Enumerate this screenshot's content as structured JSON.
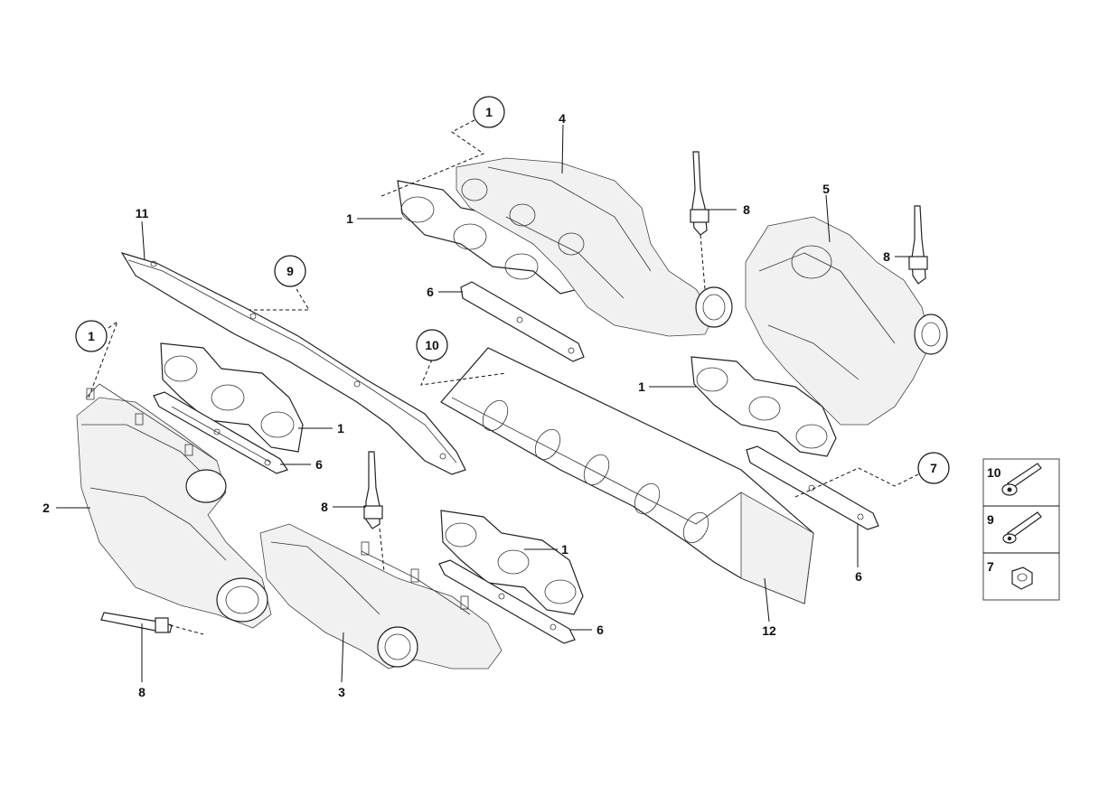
{
  "callouts": {
    "c1_top": "1",
    "c1_left": "1",
    "c9": "9",
    "c10": "10",
    "c7": "7",
    "l1_a": "1",
    "l1_b": "1",
    "l1_c": "1",
    "l1_d": "1",
    "l2": "2",
    "l3": "3",
    "l4": "4",
    "l5": "5",
    "l6_a": "6",
    "l6_b": "6",
    "l6_c": "6",
    "l6_d": "6",
    "l8_a": "8",
    "l8_b": "8",
    "l8_c": "8",
    "l8_d": "8",
    "l11": "11",
    "l12": "12"
  },
  "legend": {
    "rows": [
      {
        "label": "10",
        "icon": "flange-bolt-icon"
      },
      {
        "label": "9",
        "icon": "bolt-icon"
      },
      {
        "label": "7",
        "icon": "hex-nut-icon"
      }
    ]
  }
}
